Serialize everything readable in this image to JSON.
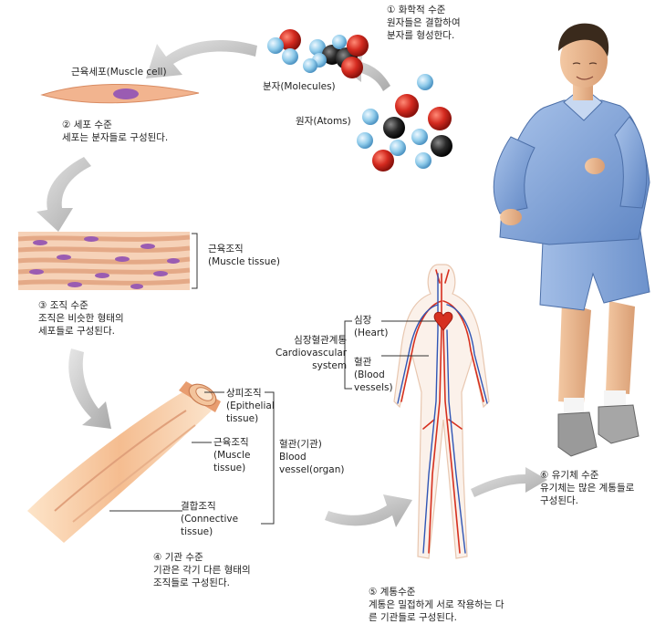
{
  "levels": {
    "chemical": {
      "title": "① 화학적 수준",
      "line1": "원자들은 결합하여",
      "line2": "분자를 형성한다."
    },
    "cellular": {
      "title": "② 세포 수준",
      "line1": "세포는 분자들로 구성된다."
    },
    "tissue": {
      "title": "③ 조직 수준",
      "line1": "조직은 비슷한 형태의",
      "line2": "세포들로 구성된다."
    },
    "organ": {
      "title": "④ 기관 수준",
      "line1": "기관은 각기 다른 형태의",
      "line2": "조직들로 구성된다."
    },
    "system": {
      "title": "⑤ 계통수준",
      "line1": "계통은 밀접하게 서로 작용하는 다",
      "line2": "른 기관들로 구성된다."
    },
    "organism": {
      "title": "⑥ 유기체 수준",
      "line1": "유기체는 많은 계통들로",
      "line2": "구성된다."
    }
  },
  "labels": {
    "molecules": "분자(Molecules)",
    "atoms": "원자(Atoms)",
    "muscle_cell": "근육세포(Muscle cell)",
    "muscle_tissue_ko": "근육조직",
    "muscle_tissue_en": "(Muscle tissue)",
    "epithelial_ko": "상피조직",
    "epithelial_en1": "(Epithelial",
    "epithelial_en2": "tissue)",
    "muscle_ko": "근육조직",
    "muscle_en1": "(Muscle",
    "muscle_en2": "tissue)",
    "connective_ko": "결합조직",
    "connective_en1": "(Connective",
    "connective_en2": "tissue)",
    "vessel_ko": "혈관(기관)",
    "vessel_en1": "Blood",
    "vessel_en2": "vessel(organ)",
    "cardio_ko": "심장혈관계통",
    "cardio_en1": "Cardiovascular",
    "cardio_en2": "system",
    "heart_ko": "심장",
    "heart_en": "(Heart)",
    "bv_ko": "혈관",
    "bv_en1": "(Blood",
    "bv_en2": "vessels)"
  },
  "colors": {
    "atom_red": "#d42a1f",
    "atom_blue": "#8fcbea",
    "atom_black": "#2a2a2a",
    "cell_body": "#f2b48f",
    "nucleus": "#9a5cb2",
    "arrow_gray": "#bdbdbd",
    "artery": "#d6301f",
    "vein": "#2f55b5",
    "shirt": "#7fa2d6",
    "skin": "#e8b58e"
  }
}
